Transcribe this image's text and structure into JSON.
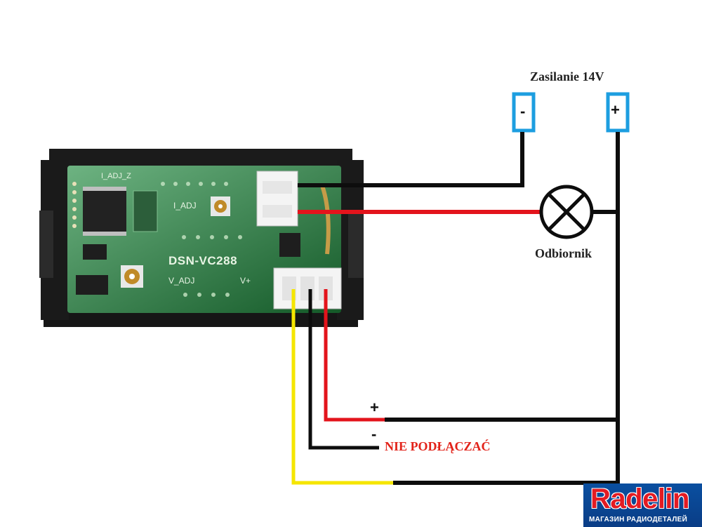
{
  "supply": {
    "title": "Zasilanie 14V",
    "minus_label": "-",
    "plus_label": "+"
  },
  "load": {
    "label": "Odbiornik"
  },
  "board": {
    "model": "DSN-VC288",
    "v_adj": "V_ADJ",
    "v_plus": "V+",
    "i_adj": "I_ADJ",
    "i_adj_z": "I_ADJ_Z"
  },
  "signal_wires": {
    "plus_sign": "+",
    "minus_sign": "-",
    "warning": "NIE PODŁĄCZAĆ"
  },
  "watermark": {
    "name": "Radelin",
    "subtitle": "МАГАЗИН РАДИОДЕТАЛЕЙ"
  },
  "colors": {
    "wire_black": "#0d0d0d",
    "wire_red": "#e3141c",
    "wire_yellow": "#f5e600",
    "terminal_border": "#1d9ee0",
    "pcb_green": "#1f8a3e",
    "warning_text": "#e2231a"
  }
}
